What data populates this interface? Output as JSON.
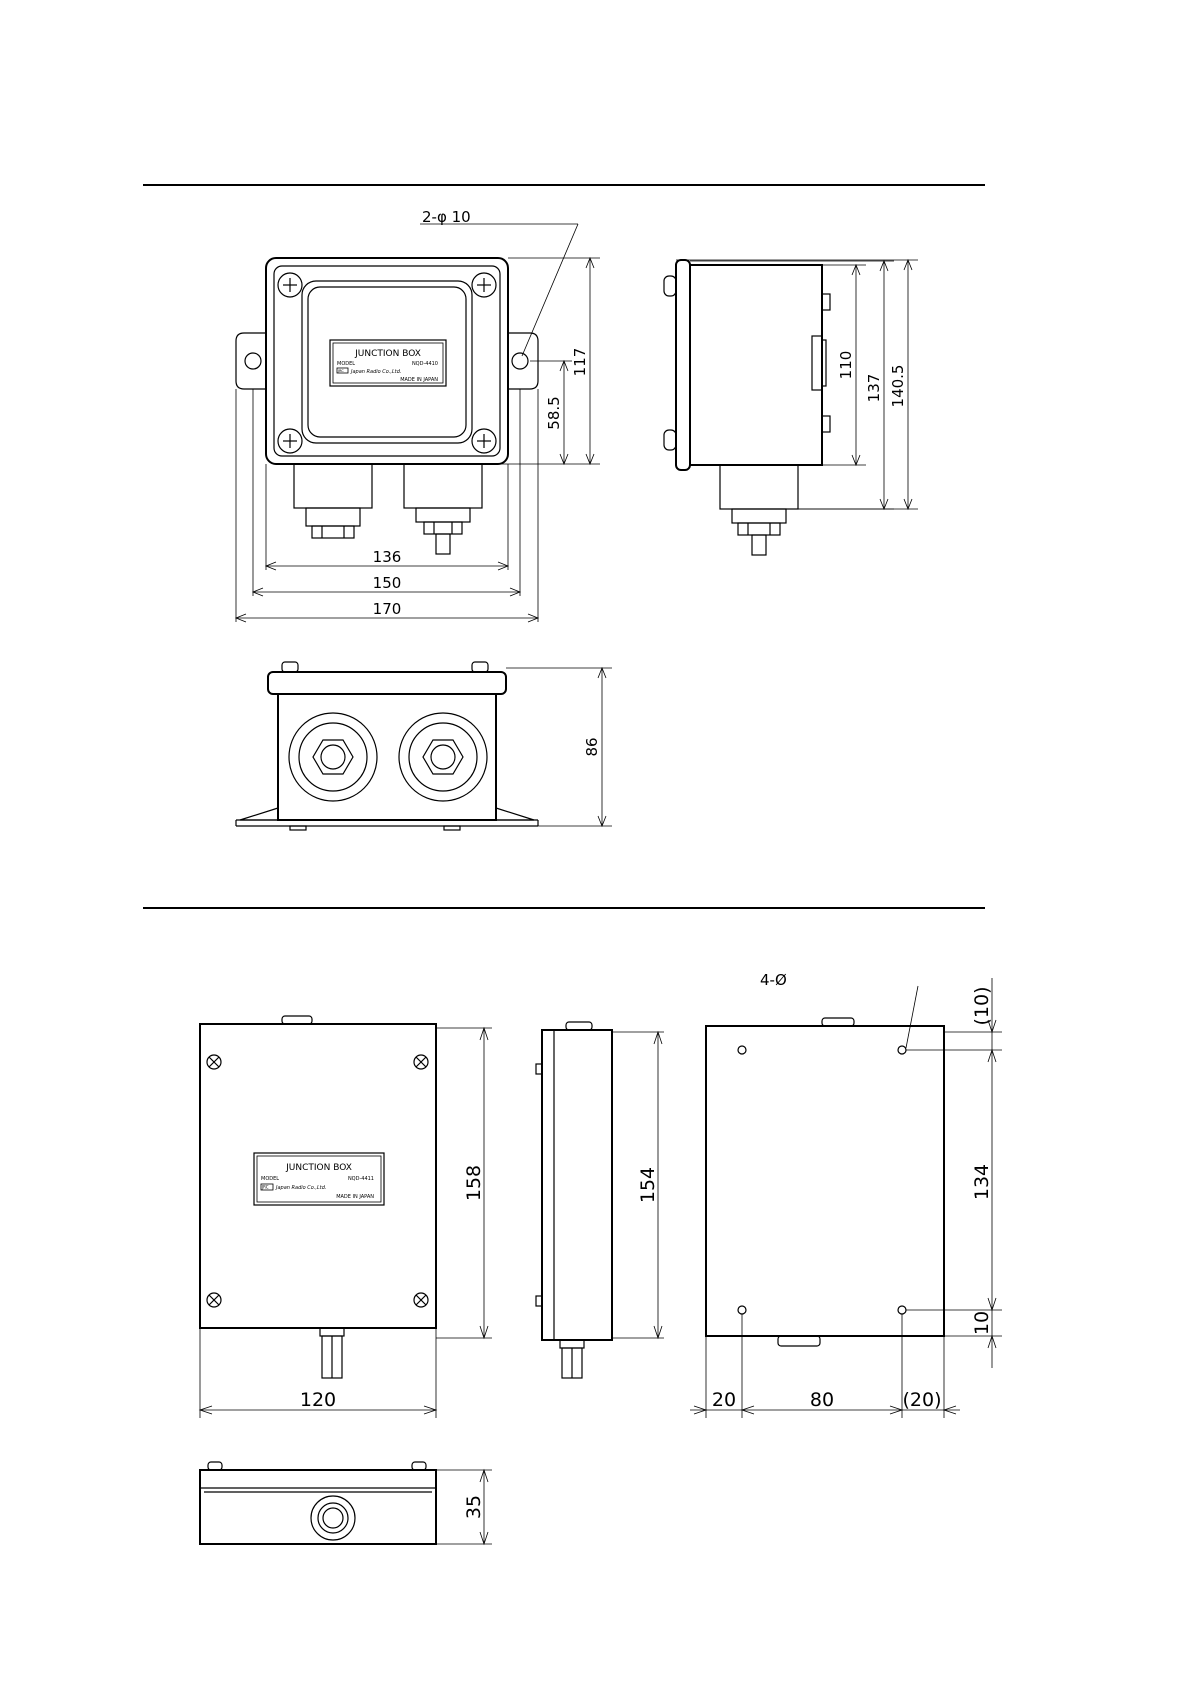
{
  "unit1": {
    "holes_label": "2-φ 10",
    "label": {
      "title": "JUNCTION BOX",
      "model_key": "MODEL",
      "model_value": "NQD-4410",
      "maker": "Japan Radio Co.,Ltd.",
      "origin": "MADE IN JAPAN",
      "logo": "JRC"
    },
    "dims": {
      "h117": "117",
      "h58_5": "58.5",
      "w136": "136",
      "w150": "150",
      "w170": "170",
      "h110": "110",
      "h137": "137",
      "h140_5": "140.5",
      "h86": "86"
    }
  },
  "unit2": {
    "holes_label": "4-Ø",
    "label": {
      "title": "JUNCTION BOX",
      "model_key": "MODEL",
      "model_value": "NQD-4411",
      "maker": "Japan Radio Co.,Ltd.",
      "origin": "MADE IN JAPAN",
      "logo": "JRC"
    },
    "dims": {
      "h158": "158",
      "w120": "120",
      "h154": "154",
      "h10_top": "(10)",
      "h134": "134",
      "h10_bottom": "10",
      "w20": "20",
      "w80": "80",
      "w20_right": "(20)",
      "h35": "35"
    }
  }
}
